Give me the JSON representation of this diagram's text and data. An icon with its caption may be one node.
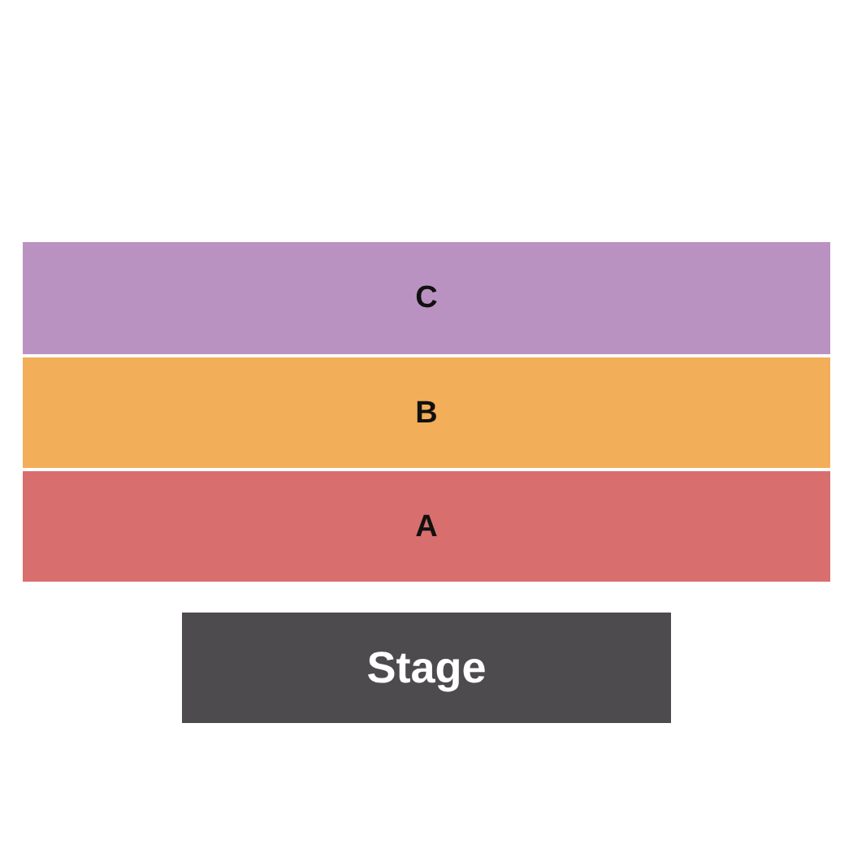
{
  "diagram": {
    "nodes": [
      {
        "text": [
          "C"
        ]
      },
      {
        "text": [
          "B"
        ]
      },
      {
        "text": [
          "A"
        ]
      },
      {
        "text": [
          "Stage"
        ]
      }
    ]
  }
}
